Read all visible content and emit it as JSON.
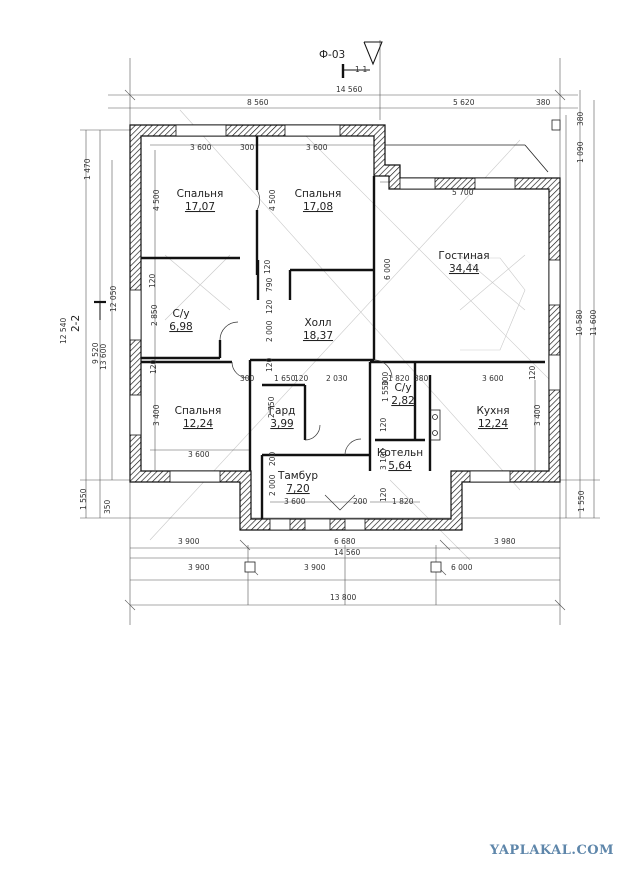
{
  "section_mark": {
    "label": "Ф-03",
    "cut": "1-1"
  },
  "axis_marker": "2-2",
  "rooms": [
    {
      "name": "Спальня",
      "area": "17,07"
    },
    {
      "name": "Спальня",
      "area": "17,08"
    },
    {
      "name": "Гостиная",
      "area": "34,44"
    },
    {
      "name": "С/у",
      "area": "6,98"
    },
    {
      "name": "Холл",
      "area": "18,37"
    },
    {
      "name": "Спальня",
      "area": "12,24"
    },
    {
      "name": "Гард",
      "area": "3,99"
    },
    {
      "name": "С/у",
      "area": "2,82"
    },
    {
      "name": "Кухня",
      "area": "12,24"
    },
    {
      "name": "Котельн",
      "area": "5,64"
    },
    {
      "name": "Тамбур",
      "area": "7,20"
    }
  ],
  "dims_top": [
    "14 560",
    "8 560",
    "5 620",
    "380"
  ],
  "dims_inner_top": [
    "3 600",
    "300",
    "3 600",
    "5 700"
  ],
  "dims_left": [
    "1 470",
    "12 540",
    "9 520",
    "13 600",
    "12 050",
    "1 550",
    "350"
  ],
  "dims_right": [
    "380",
    "1 090",
    "10 580",
    "11 600",
    "1 550"
  ],
  "dims_inner": [
    "4 500",
    "4 500",
    "6 000",
    "120",
    "2 850",
    "120",
    "790",
    "120",
    "2 000",
    "120",
    "120",
    "300",
    "1 650",
    "120",
    "2 030",
    "300",
    "1 820",
    "380",
    "3 600",
    "120",
    "3 400",
    "2 750",
    "1 550",
    "3 100",
    "120",
    "3 600",
    "3 400",
    "2 000",
    "200",
    "3 600",
    "200",
    "1 820",
    "120"
  ],
  "dims_bottom": [
    "3 900",
    "6 680",
    "3 980",
    "14 560",
    "3 900",
    "3 900",
    "6 000",
    "13 800"
  ],
  "watermark": "YAPLAKAL.COM"
}
